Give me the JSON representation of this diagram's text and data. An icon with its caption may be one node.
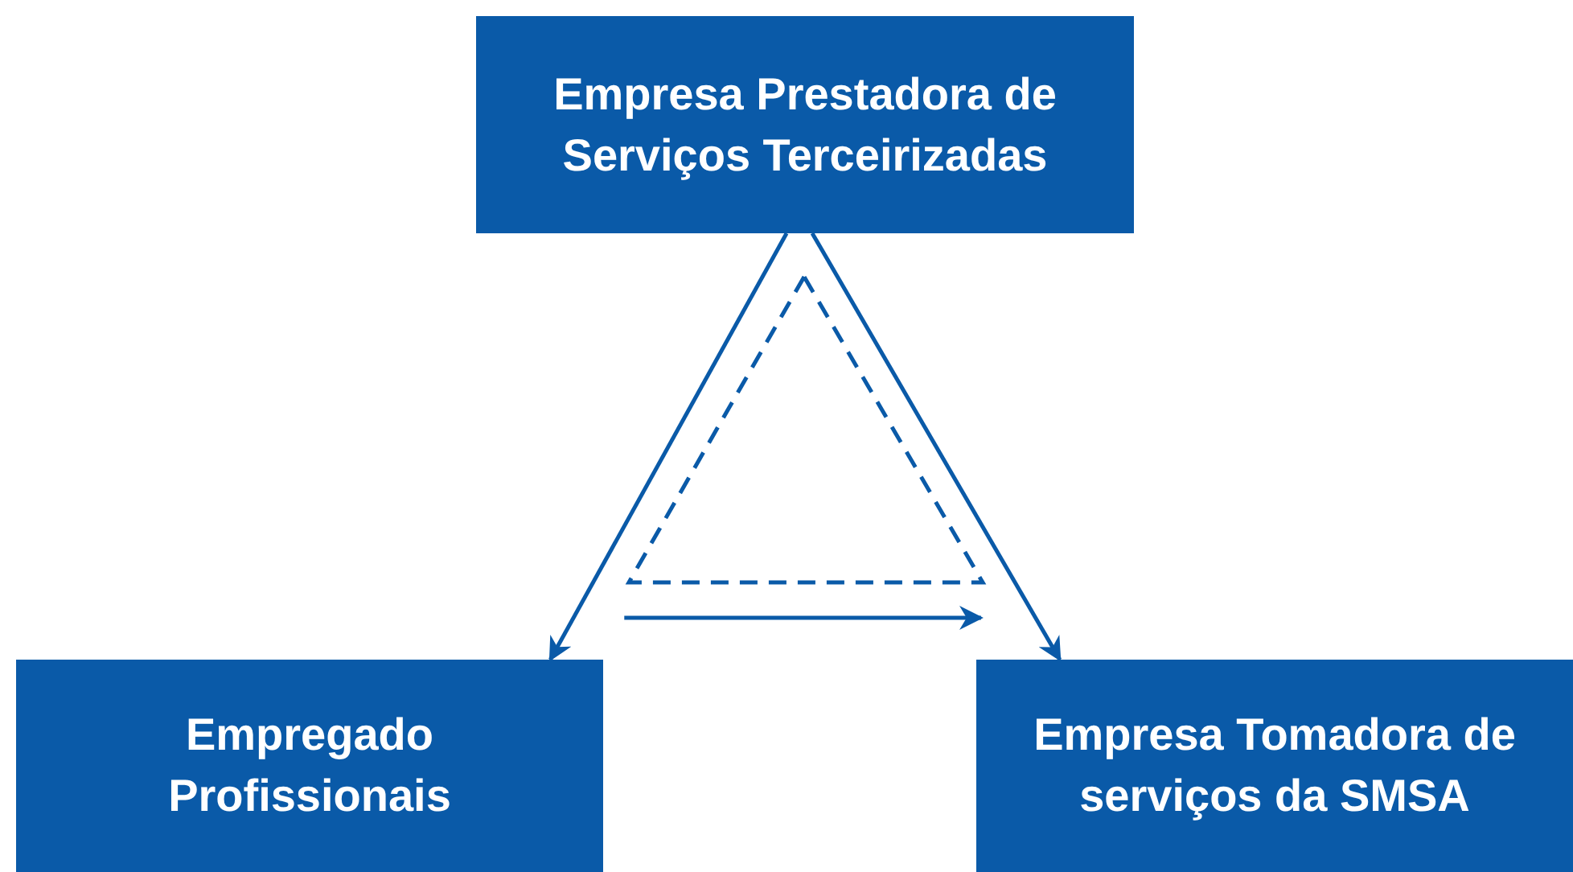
{
  "diagram": {
    "nodes": [
      {
        "text": [
          "Empresa Prestadora de Serviços Terceirizadas"
        ]
      },
      {
        "text": [
          "Empregado Profissionais"
        ]
      },
      {
        "text": [
          "Empresa Tomadora de serviços da SMSA"
        ]
      }
    ],
    "edges": [
      {
        "from": 0,
        "to": 1,
        "arrow": "to"
      },
      {
        "from": 0,
        "to": 2,
        "arrow": "to"
      },
      {
        "from": 1,
        "to": 2,
        "arrow": "to"
      }
    ]
  }
}
